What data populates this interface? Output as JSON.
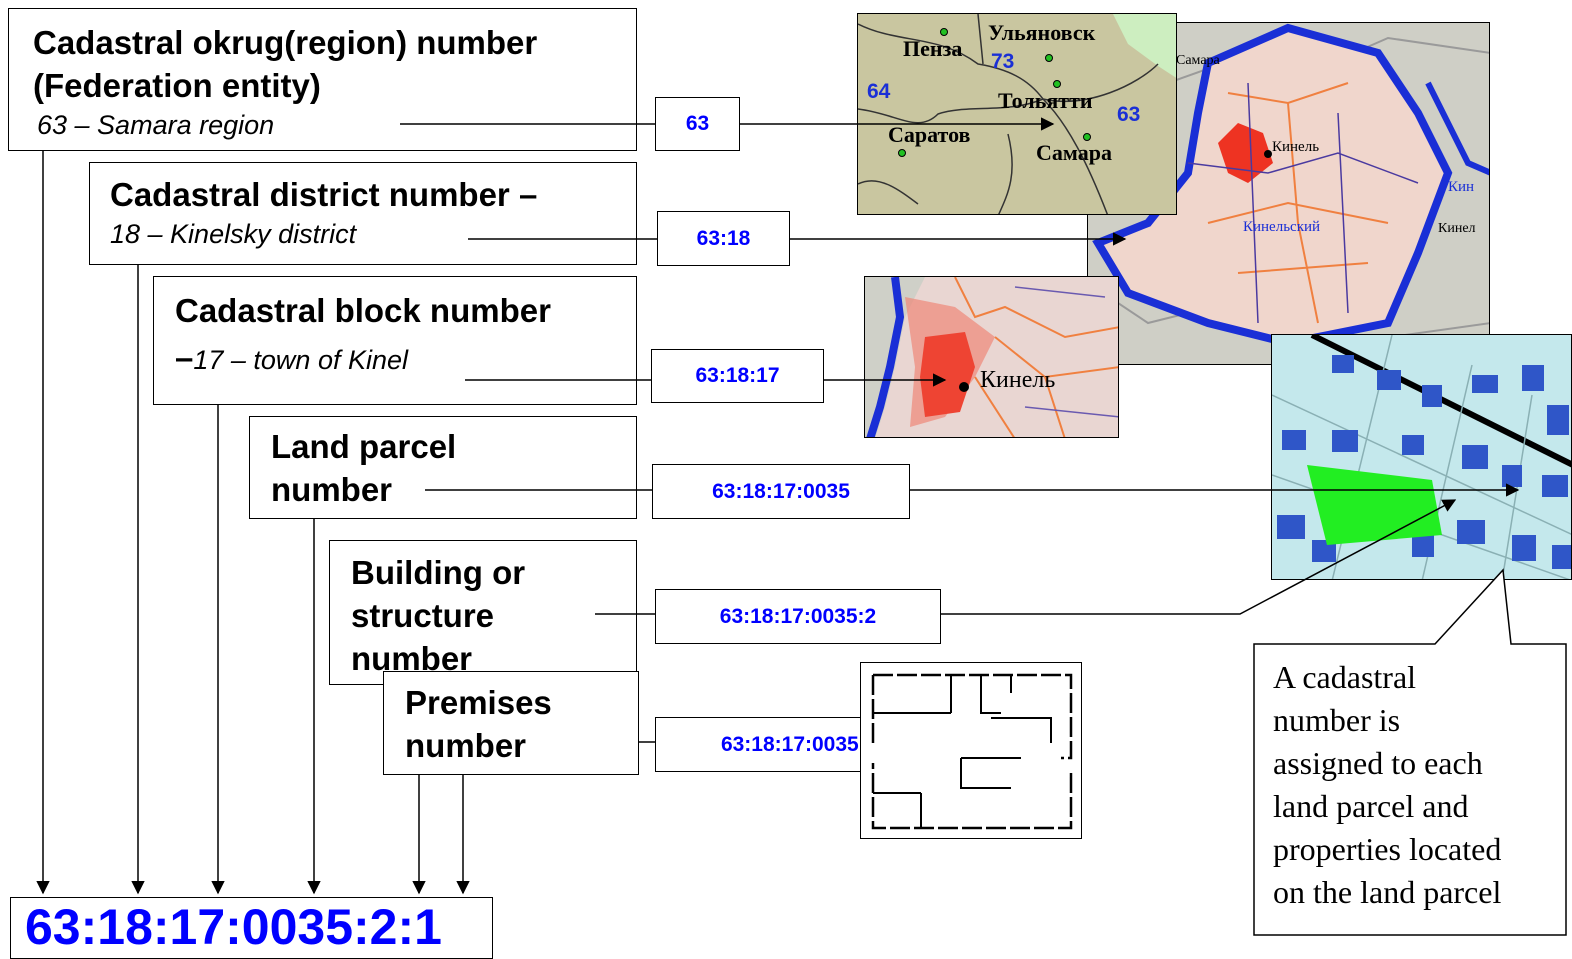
{
  "labels": {
    "region": {
      "title_1": "Cadastral okrug(region) number",
      "title_2": "(Federation entity)",
      "sub": "63 – Samara region"
    },
    "district": {
      "title": "Cadastral district number –",
      "sub": "18 – Kinelsky district"
    },
    "block": {
      "title": "Cadastral block number",
      "dash": "–",
      "sub": "17 – town of Kinel"
    },
    "parcel": {
      "title_1": "Land parcel",
      "title_2": "number"
    },
    "building": {
      "title_1": "Building or",
      "title_2": "structure",
      "title_3": "number"
    },
    "premises": {
      "title_1": "Premises",
      "title_2": "number"
    }
  },
  "codes": {
    "region": "63",
    "district": "63:18",
    "block": "63:18:17",
    "parcel": "63:18:17:0035",
    "building": "63:18:17:0035:2",
    "premises": "63:18:17:0035:2:1"
  },
  "final_number": "63:18:17:0035:2:1",
  "region_map": {
    "cities": [
      "Пенза",
      "Ульяновск",
      "Тольятти",
      "Саратов",
      "Самара"
    ],
    "region_numbers": [
      "73",
      "64",
      "63"
    ]
  },
  "district_map": {
    "labels": [
      "Самара",
      "Кинель",
      "Кин",
      "Кинельский",
      "Кинел"
    ]
  },
  "block_map": {
    "label": "Кинель"
  },
  "callout": {
    "lines": [
      "A cadastral",
      "number is",
      "assigned to each",
      "land parcel and",
      "properties located",
      "on the land parcel"
    ]
  },
  "colors": {
    "code_blue": "#0000ff",
    "boundary_blue": "#1a2fd6",
    "parcel_green": "#22ee22",
    "district_red": "#ee3322",
    "map_olive": "#c9c6a0"
  }
}
